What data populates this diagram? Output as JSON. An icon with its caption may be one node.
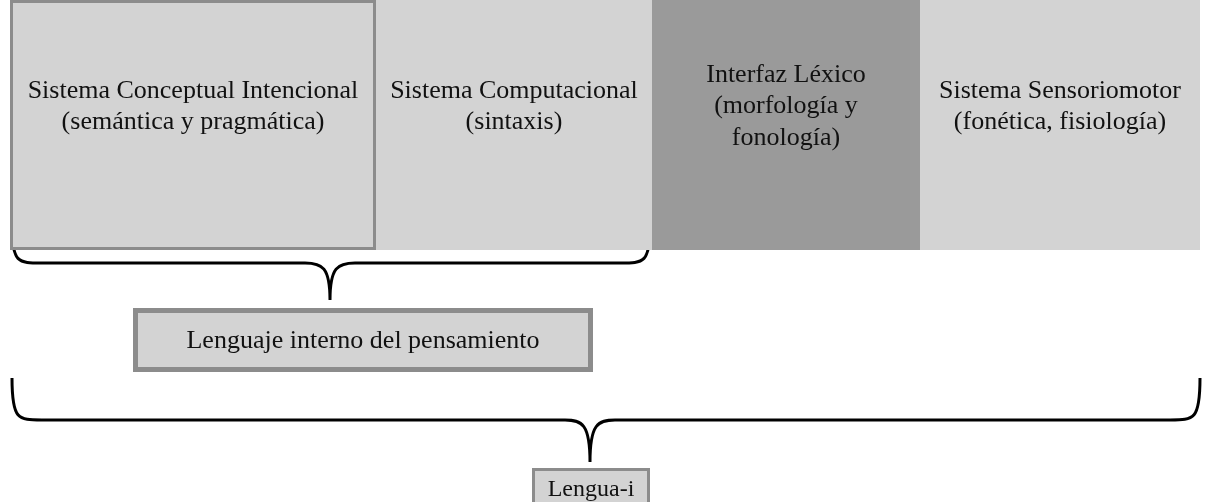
{
  "diagram": {
    "nodes": [
      {
        "text": [
          "Sistema Conceptual Intencional (semántica y pragmática)"
        ]
      },
      {
        "text": [
          "Sistema Computacional (sintaxis)"
        ]
      },
      {
        "text": [
          "Interfaz Léxico (morfología y fonología)"
        ]
      },
      {
        "text": [
          "Sistema Sensoriomotor (fonética, fisiología)"
        ]
      },
      {
        "text": [
          "Lenguaje interno del pensamiento"
        ]
      },
      {
        "text": [
          "Lengua-i"
        ]
      }
    ]
  }
}
